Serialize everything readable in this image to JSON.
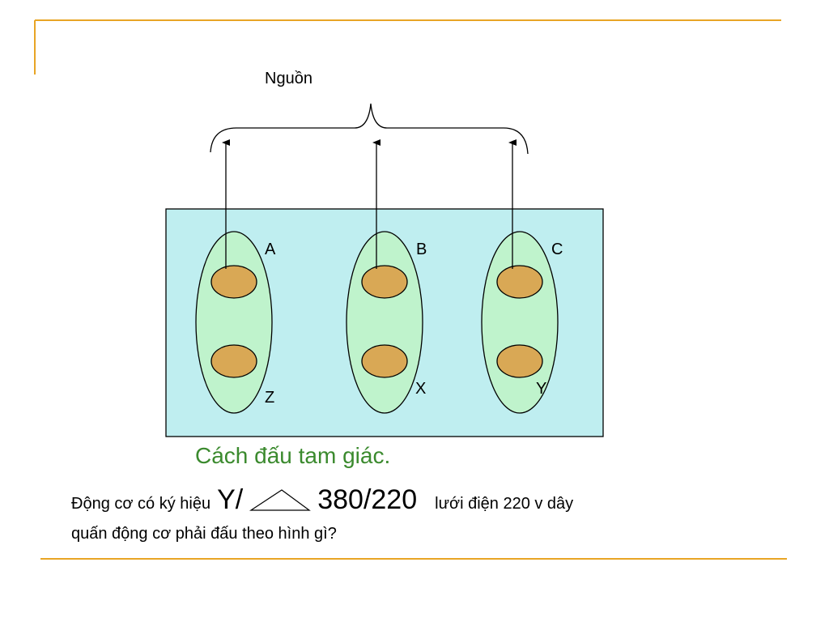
{
  "labels": {
    "source": "Nguồn",
    "a": "A",
    "b": "B",
    "c": "C",
    "x": "X",
    "y": "Y",
    "z": "Z"
  },
  "caption": "Cách đấu tam giác.",
  "question": {
    "prefix": "Động cơ có ký hiệu",
    "symbol_y": "Y/",
    "voltage": "380/220",
    "suffix": "lưới điện 220 v  dây",
    "line2": "quấn động cơ phải đấu theo  hình gì?"
  },
  "colors": {
    "accent_line": "#e8a525",
    "panel_fill": "#bfeef0",
    "coil_fill": "#bff3cc",
    "terminal_fill": "#d9a855",
    "caption_text": "#3b8a2e"
  },
  "icons": {
    "delta_symbol": "triangle-icon"
  }
}
